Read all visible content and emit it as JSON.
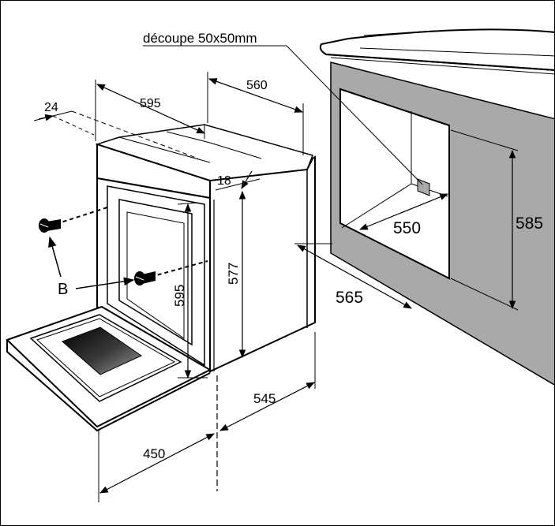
{
  "diagram": {
    "cutout_label": "découpe 50x50mm",
    "part_label": "B",
    "dimensions": {
      "d24": "24",
      "d595_top": "595",
      "d560": "560",
      "d18": "18",
      "d577": "577",
      "d595_side": "595",
      "d545": "545",
      "d450": "450",
      "d550": "550",
      "d585": "585",
      "d565": "565"
    },
    "colors": {
      "cabinet_wall": "#a9a9a9",
      "outline": "#000000",
      "window": "#2a2a2a",
      "background": "#ffffff"
    }
  }
}
